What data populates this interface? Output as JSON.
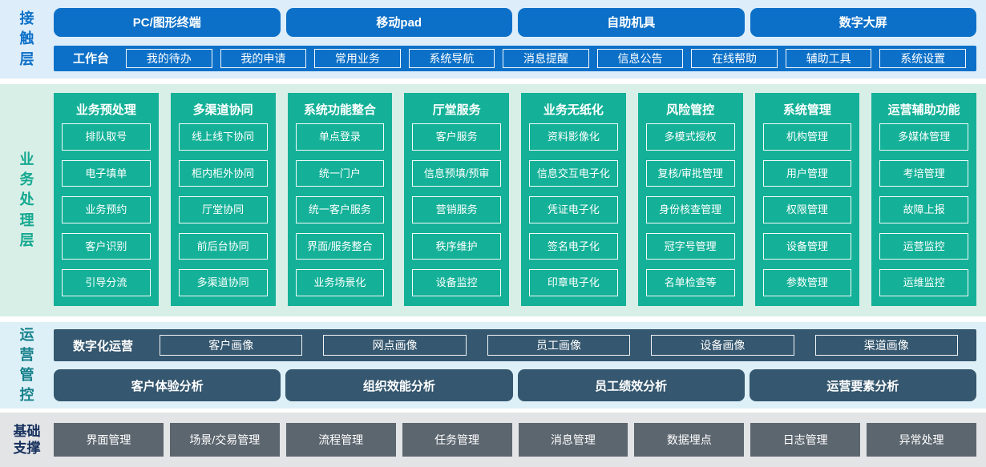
{
  "layers": {
    "contact": {
      "label": "接触层",
      "terminals": [
        "PC/图形终端",
        "移动pad",
        "自助机具",
        "数字大屏"
      ],
      "workbench": {
        "label": "工作台",
        "items": [
          "我的待办",
          "我的申请",
          "常用业务",
          "系统导航",
          "消息提醒",
          "信息公告",
          "在线帮助",
          "辅助工具",
          "系统设置"
        ]
      }
    },
    "business": {
      "label": "业务处理层",
      "columns": [
        {
          "title": "业务预处理",
          "items": [
            "排队取号",
            "电子填单",
            "业务预约",
            "客户识别",
            "引导分流"
          ]
        },
        {
          "title": "多渠道协同",
          "items": [
            "线上线下协同",
            "柜内柜外协同",
            "厅堂协同",
            "前后台协同",
            "多渠道协同"
          ]
        },
        {
          "title": "系统功能整合",
          "items": [
            "单点登录",
            "统一门户",
            "统一客户服务",
            "界面/服务整合",
            "业务场景化"
          ]
        },
        {
          "title": "厅堂服务",
          "items": [
            "客户服务",
            "信息预填/预审",
            "营销服务",
            "秩序维护",
            "设备监控"
          ]
        },
        {
          "title": "业务无纸化",
          "items": [
            "资料影像化",
            "信息交互电子化",
            "凭证电子化",
            "签名电子化",
            "印章电子化"
          ]
        },
        {
          "title": "风险管控",
          "items": [
            "多模式授权",
            "复核/审批管理",
            "身份核查管理",
            "冠字号管理",
            "名单检查等"
          ]
        },
        {
          "title": "系统管理",
          "items": [
            "机构管理",
            "用户管理",
            "权限管理",
            "设备管理",
            "参数管理"
          ]
        },
        {
          "title": "运营辅助功能",
          "items": [
            "多媒体管理",
            "考培管理",
            "故障上报",
            "运营监控",
            "运维监控"
          ]
        }
      ]
    },
    "operations": {
      "label": "运营管控",
      "digital": {
        "label": "数字化运营",
        "items": [
          "客户画像",
          "网点画像",
          "员工画像",
          "设备画像",
          "渠道画像"
        ]
      },
      "analysis": [
        "客户体验分析",
        "组织效能分析",
        "员工绩效分析",
        "运营要素分析"
      ]
    },
    "foundation": {
      "label": "基础支撑",
      "items": [
        "界面管理",
        "场景/交易管理",
        "流程管理",
        "任务管理",
        "消息管理",
        "数据埋点",
        "日志管理",
        "异常处理"
      ]
    }
  },
  "colors": {
    "blue": "#0c70c8",
    "light_blue_bg": "#ddedfa",
    "teal_green": "#14b198",
    "light_green_bg": "#d8efe7",
    "dark_slate": "#35576f",
    "light_cyan_bg": "#def0f7",
    "slate_gray": "#5c666f",
    "light_gray_bg": "#e3e4e6",
    "contact_label_color": "#0c70c8",
    "business_label_color": "#13a88f",
    "operations_label_color": "#15808b",
    "foundation_label_color": "#16315d"
  }
}
